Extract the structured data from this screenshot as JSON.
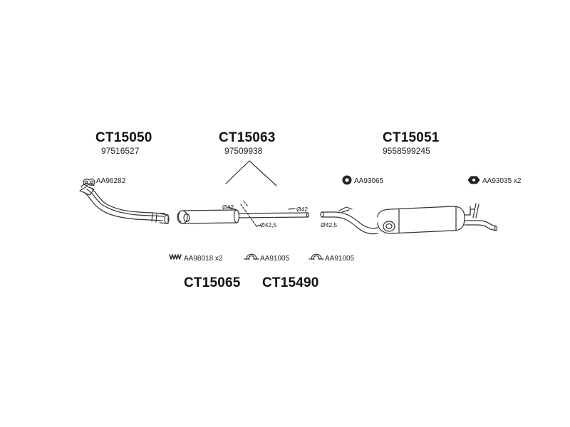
{
  "parts": {
    "front_pipe": {
      "code": "CT15050",
      "oem": "97516527"
    },
    "middle_silencer": {
      "code": "CT15063",
      "oem": "97509938"
    },
    "rear_silencer": {
      "code": "CT15051",
      "oem": "9558599245"
    },
    "kit_a": {
      "code": "CT15065"
    },
    "kit_b": {
      "code": "CT15490"
    }
  },
  "accessories": {
    "gasket_front": {
      "ref": "AA96282",
      "icon": "gasket-icon"
    },
    "ring_rear": {
      "ref": "AA93065",
      "icon": "ring-icon"
    },
    "rubber_mount": {
      "ref": "AA93035 x2",
      "icon": "rubber-mount-icon"
    },
    "spring": {
      "ref": "AA98018 x2",
      "icon": "spring-icon"
    },
    "clamp_1": {
      "ref": "AA91005",
      "icon": "clamp-icon"
    },
    "clamp_2": {
      "ref": "AA91005",
      "icon": "clamp-icon"
    }
  },
  "dimensions": {
    "mid_inlet": "Ø42",
    "mid_joint": "Ø42,5",
    "mid_outlet": "Ø42",
    "rear_inlet": "Ø42,5"
  },
  "colors": {
    "line": "#333333",
    "text": "#111111"
  }
}
